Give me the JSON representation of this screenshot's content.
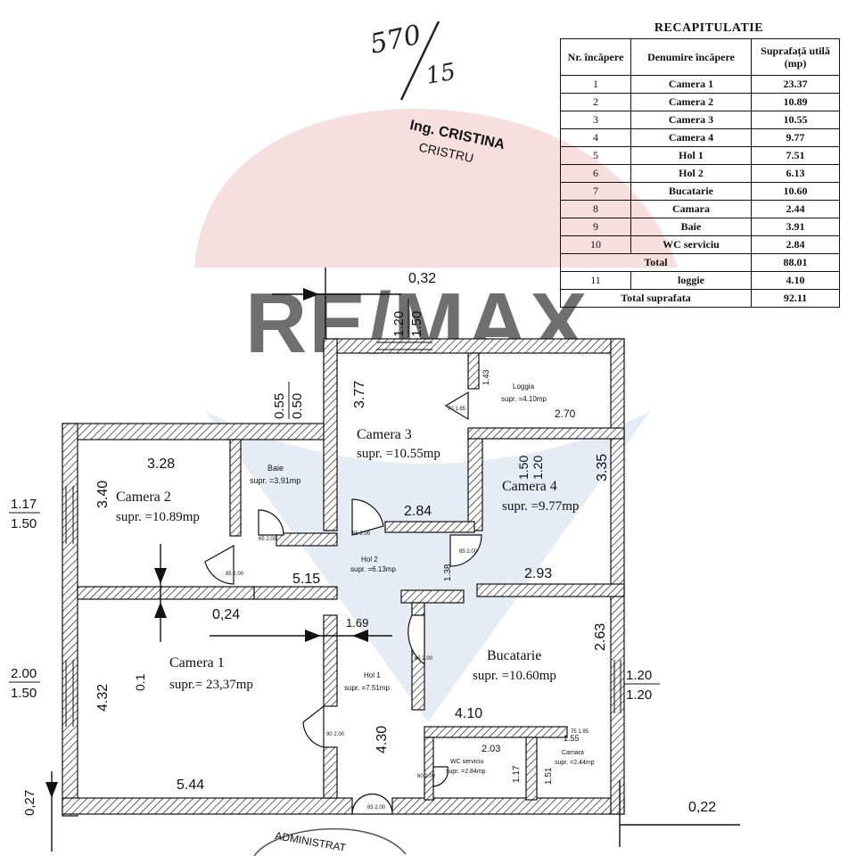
{
  "handwritten": {
    "number": "570",
    "subnumber": "15"
  },
  "stamp": {
    "line1": "Ing. CRISTINA",
    "line2": "CRISTRU",
    "bottom": "ADMINISTRAT"
  },
  "watermark": {
    "brand": "RE/MAX"
  },
  "recap": {
    "title": "RECAPITULATIE",
    "headers": [
      "Nr. încăpere",
      "Denumire încăpere",
      "Suprafață utilă (mp)"
    ],
    "rows": [
      {
        "nr": "1",
        "name": "Camera 1",
        "area": "23.37"
      },
      {
        "nr": "2",
        "name": "Camera 2",
        "area": "10.89"
      },
      {
        "nr": "3",
        "name": "Camera 3",
        "area": "10.55"
      },
      {
        "nr": "4",
        "name": "Camera 4",
        "area": "9.77"
      },
      {
        "nr": "5",
        "name": "Hol 1",
        "area": "7.51"
      },
      {
        "nr": "6",
        "name": "Hol 2",
        "area": "6.13"
      },
      {
        "nr": "7",
        "name": "Bucatarie",
        "area": "10.60"
      },
      {
        "nr": "8",
        "name": "Camara",
        "area": "2.44"
      },
      {
        "nr": "9",
        "name": "Baie",
        "area": "3.91"
      },
      {
        "nr": "10",
        "name": "WC serviciu",
        "area": "2.84"
      }
    ],
    "total_label": "Total",
    "total_value": "88.01",
    "extra": {
      "nr": "11",
      "name": "loggie",
      "area": "4.10"
    },
    "grand_label": "Total suprafata",
    "grand_value": "92.11"
  },
  "rooms": {
    "camera1": {
      "name": "Camera 1",
      "area": "supr.= 23,37mp"
    },
    "camera2": {
      "name": "Camera 2",
      "area": "supr. =10.89mp"
    },
    "camera3": {
      "name": "Camera 3",
      "area": "supr. =10.55mp"
    },
    "camera4": {
      "name": "Camera 4",
      "area": "supr. =9.77mp"
    },
    "baie": {
      "name": "Baie",
      "area": "supr. =3.91mp"
    },
    "loggia": {
      "name": "Loggia",
      "area": "supr. =4.10mp"
    },
    "hol1": {
      "name": "Hol 1",
      "area": "supr. =7.51mp"
    },
    "hol2": {
      "name": "Hol 2",
      "area": "supr. =6.13mp"
    },
    "bucatarie": {
      "name": "Bucatarie",
      "area": "supr. =10.60mp"
    },
    "wc": {
      "name": "WC serviciu",
      "area": "supr. =2.84mp"
    },
    "camara": {
      "name": "Camara",
      "area": "supr. =2.44mp"
    }
  },
  "dims": {
    "d032": "0,32",
    "d120a": "1.20",
    "d150a": "1.50",
    "d055": "0.55",
    "d050": "0.50",
    "d377": "3.77",
    "d328": "3.28",
    "d340": "3.40",
    "d117": "1.17",
    "d150b": "1.50",
    "d284": "2.84",
    "d335": "3.35",
    "d150c": "1.50",
    "d120c": "1.20",
    "d293": "2.93",
    "d515": "5.15",
    "d024": "0,24",
    "d169": "1.69",
    "d200": "2.00",
    "d150d": "1.50",
    "d432": "4.32",
    "d01": "0.1",
    "d263": "2.63",
    "d120d": "1.20",
    "d120e": "1.20",
    "d410": "4.10",
    "d430": "4.30",
    "d544": "5.44",
    "d027": "0,27",
    "d022": "0,22",
    "d270": "2.70",
    "d143": "1.43",
    "d203": "2.03",
    "d117b": "1.17",
    "d151": "1.51",
    "d138": "1.38",
    "d155": "1.55"
  },
  "doors": {
    "dr1": "65 2.00",
    "dr2": "85 2.00",
    "dr3": "85 2.00",
    "dr4": "85 2.00",
    "dr5": "65 2.00",
    "dr6": "90 2.00",
    "dr7": "60 2.00",
    "dr8": "85 2.00",
    "dr9": "70 1.85",
    "dr10": "75 1.95"
  }
}
